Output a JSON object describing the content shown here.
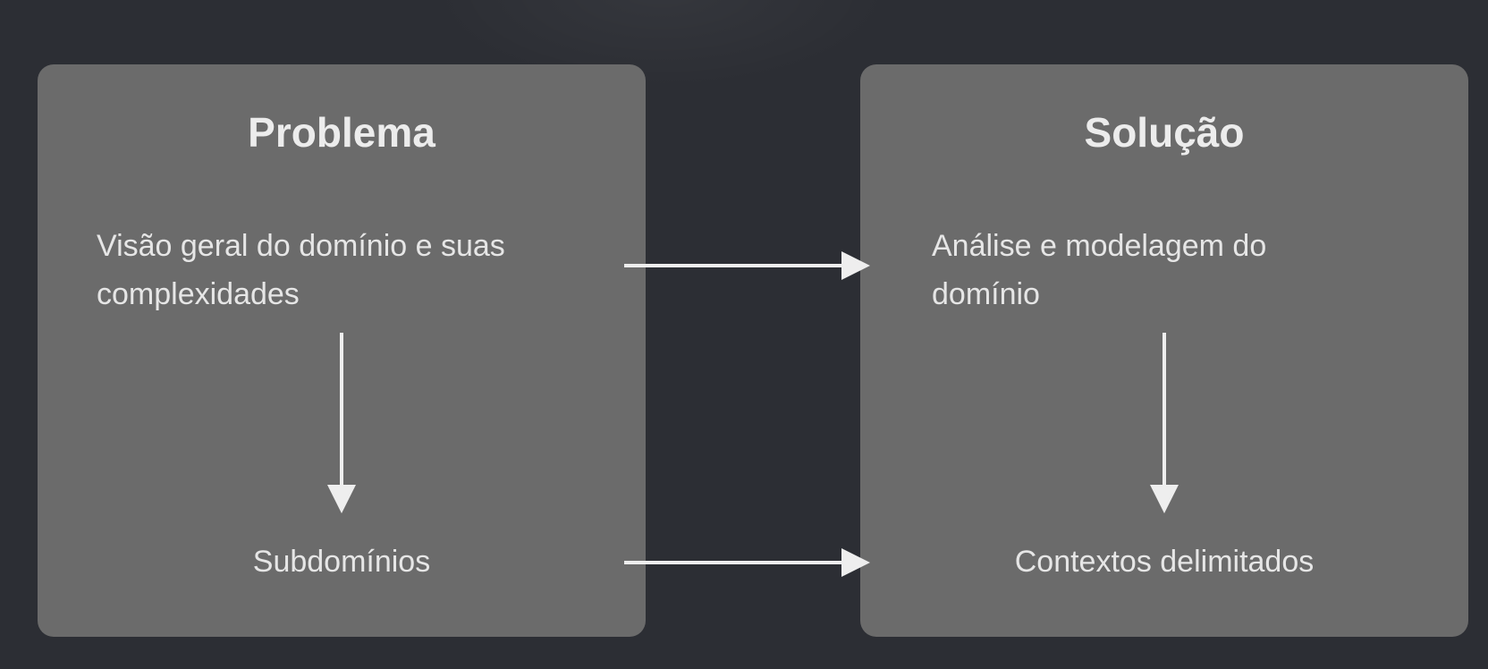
{
  "diagram": {
    "problem": {
      "title": "Problema",
      "description": "Visão geral do domínio e suas complexidades",
      "bottom": "Subdomínios"
    },
    "solution": {
      "title": "Solução",
      "description": "Análise e modelagem do domínio",
      "bottom": "Contextos delimitados"
    },
    "edges": [
      {
        "from": "problem.description",
        "to": "problem.bottom"
      },
      {
        "from": "solution.description",
        "to": "solution.bottom"
      },
      {
        "from": "problem.description",
        "to": "solution.description"
      },
      {
        "from": "problem.bottom",
        "to": "solution.bottom"
      }
    ]
  },
  "colors": {
    "background": "#2c2e34",
    "box": "#6b6b6b",
    "text": "#e6e6e6",
    "arrow": "#eeeeee"
  }
}
